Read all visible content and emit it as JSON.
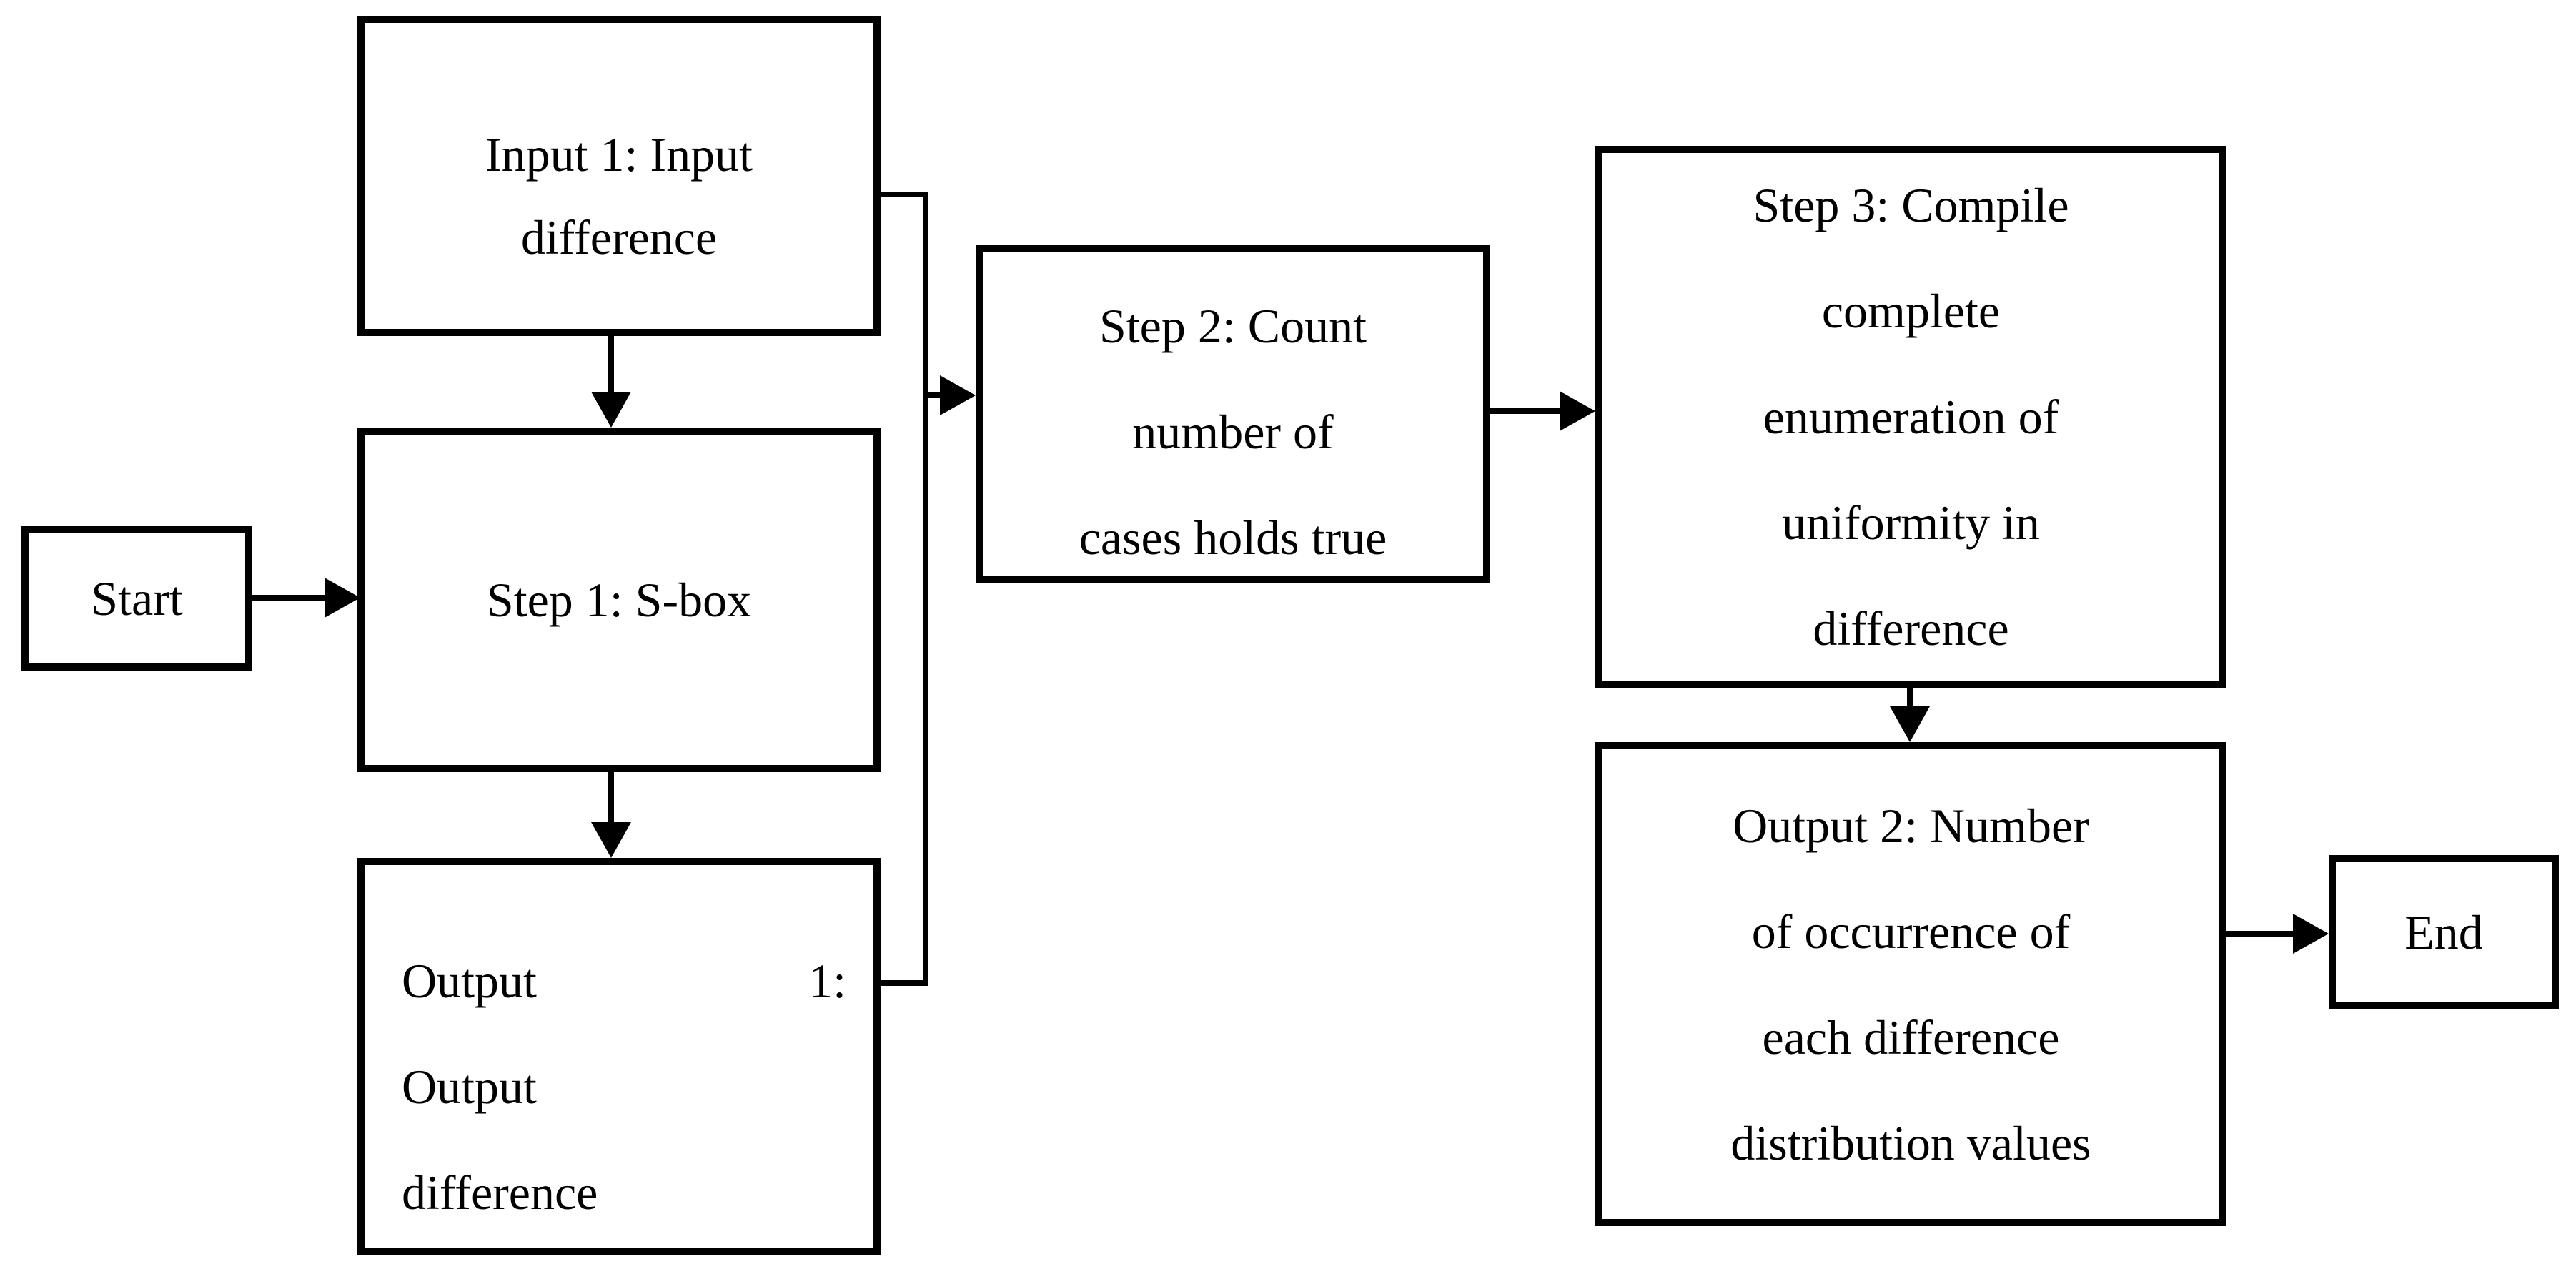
{
  "diagram": {
    "type": "flowchart",
    "colors": {
      "stroke": "#000000",
      "background": "#ffffff",
      "text": "#000000"
    },
    "nodes": {
      "start": {
        "label": "Start"
      },
      "input1": {
        "lines": [
          "Input 1: Input",
          "difference"
        ]
      },
      "step1": {
        "label": "Step 1: S-box"
      },
      "output1": {
        "line1_left": "Output",
        "line1_right": "1:",
        "line2": "Output",
        "line3": "difference"
      },
      "step2": {
        "lines": [
          "Step 2: Count",
          "number of",
          "cases holds true"
        ]
      },
      "step3": {
        "lines": [
          "Step 3: Compile",
          "complete",
          "enumeration of",
          "uniformity in",
          "difference"
        ]
      },
      "output2": {
        "lines": [
          "Output 2: Number",
          "of occurrence of",
          "each difference",
          "distribution values"
        ]
      },
      "end": {
        "label": "End"
      }
    }
  }
}
